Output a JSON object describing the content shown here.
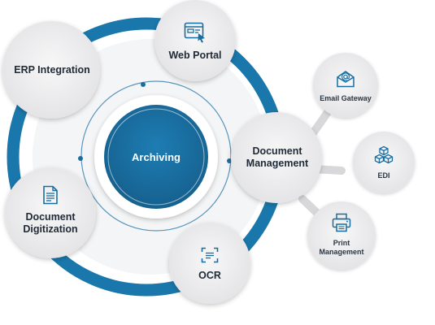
{
  "diagram": {
    "center": {
      "label": "Archiving"
    },
    "nodes": {
      "erp": {
        "label": "ERP Integration"
      },
      "web_portal": {
        "label": "Web Portal",
        "icon": "browser-cursor-icon"
      },
      "document_management": {
        "label": "Document Management"
      },
      "document_digitization": {
        "label": "Document Digitization",
        "icon": "document-icon"
      },
      "ocr": {
        "label": "OCR",
        "icon": "scan-frame-icon"
      },
      "email_gateway": {
        "label": "Email Gateway",
        "icon": "envelope-at-icon"
      },
      "edi": {
        "label": "EDI",
        "icon": "cubes-icon"
      },
      "print_management": {
        "label": "Print Management",
        "icon": "printer-icon"
      }
    },
    "colors": {
      "ring": "#1a77ab",
      "center": "#1a6e9f",
      "bubble": "#ededee",
      "text": "#1f2a36",
      "icon": "#1a6e9f"
    }
  }
}
